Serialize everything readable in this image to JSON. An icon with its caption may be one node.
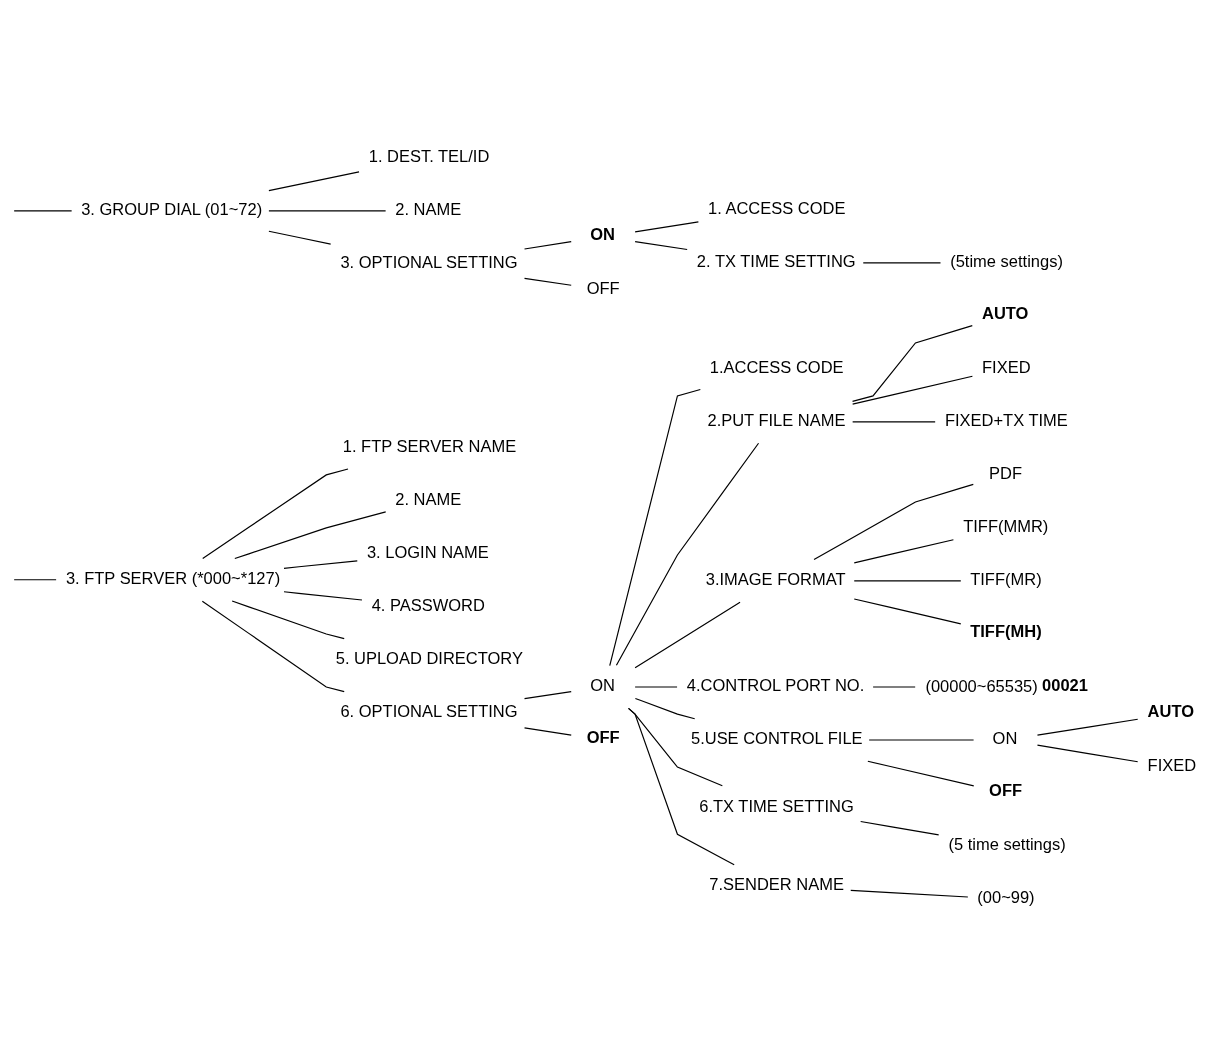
{
  "diagram": {
    "nodes": [
      {
        "text": [
          "3. FTP SERVER (*000~*127)"
        ]
      },
      {
        "text": [
          "1. FTP SERVER NAME"
        ]
      },
      {
        "text": [
          "2. NAME"
        ]
      },
      {
        "text": [
          "3. LOGIN NAME"
        ]
      },
      {
        "text": [
          "4. PASSWORD"
        ]
      },
      {
        "text": [
          "5. UPLOAD DIRECTORY"
        ]
      },
      {
        "text": [
          "6. OPTIONAL SETTING"
        ]
      },
      {
        "text": [
          "ON"
        ]
      },
      {
        "text": [
          "**OFF**"
        ]
      },
      {
        "text": [
          "1.ACCESS CODE"
        ]
      },
      {
        "text": [
          "2.PUT FILE NAME"
        ]
      },
      {
        "text": [
          "**AUTO**"
        ]
      },
      {
        "text": [
          "FIXED"
        ]
      },
      {
        "text": [
          "FIXED+TX TIME"
        ]
      },
      {
        "text": [
          "3.IMAGE FORMAT"
        ]
      },
      {
        "text": [
          "PDF"
        ]
      },
      {
        "text": [
          "TIFF(MMR)"
        ]
      },
      {
        "text": [
          "TIFF(MR)"
        ]
      },
      {
        "text": [
          "**TIFF(MH)**"
        ]
      },
      {
        "text": [
          "4.CONTROL PORT NO."
        ]
      },
      {
        "text": [
          "(00000~65535) **00021**"
        ]
      },
      {
        "text": [
          "5.USE CONTROL FILE"
        ]
      },
      {
        "text": [
          "ON"
        ]
      },
      {
        "text": [
          "**OFF**"
        ]
      },
      {
        "text": [
          "**AUTO**"
        ]
      },
      {
        "text": [
          "FIXED"
        ]
      },
      {
        "text": [
          "6.TX TIME SETTING"
        ]
      },
      {
        "text": [
          "(5 time settings)"
        ]
      },
      {
        "text": [
          "7.SENDER NAME"
        ]
      },
      {
        "text": [
          "(00~99)"
        ]
      },
      {
        "text": [
          "3. GROUP DIAL (01~72)"
        ]
      },
      {
        "text": [
          "1. DEST. TEL/ID"
        ]
      },
      {
        "text": [
          "2. NAME"
        ]
      },
      {
        "text": [
          "3. OPTIONAL SETTING"
        ]
      },
      {
        "text": [
          "**ON**"
        ]
      },
      {
        "text": [
          "OFF"
        ]
      },
      {
        "text": [
          "1. ACCESS CODE"
        ]
      },
      {
        "text": [
          "2. TX TIME SETTING"
        ]
      },
      {
        "text": [
          "(5time settings)"
        ]
      }
    ],
    "edges": [
      {
        "from": null,
        "to": 0,
        "arrow": "none"
      },
      {
        "from": 0,
        "to": 1,
        "arrow": "none"
      },
      {
        "from": 0,
        "to": 2,
        "arrow": "none"
      },
      {
        "from": 0,
        "to": 3,
        "arrow": "none"
      },
      {
        "from": 0,
        "to": 4,
        "arrow": "none"
      },
      {
        "from": 0,
        "to": 5,
        "arrow": "none"
      },
      {
        "from": 0,
        "to": 6,
        "arrow": "none"
      },
      {
        "from": 6,
        "to": 7,
        "arrow": "none"
      },
      {
        "from": 6,
        "to": 8,
        "arrow": "none"
      },
      {
        "from": 7,
        "to": 9,
        "arrow": "none"
      },
      {
        "from": 7,
        "to": 10,
        "arrow": "none"
      },
      {
        "from": 7,
        "to": 14,
        "arrow": "none"
      },
      {
        "from": 7,
        "to": 19,
        "arrow": "none"
      },
      {
        "from": 7,
        "to": 21,
        "arrow": "none"
      },
      {
        "from": 7,
        "to": 26,
        "arrow": "none"
      },
      {
        "from": 7,
        "to": 28,
        "arrow": "none"
      },
      {
        "from": 10,
        "to": 11,
        "arrow": "none"
      },
      {
        "from": 10,
        "to": 12,
        "arrow": "none"
      },
      {
        "from": 10,
        "to": 13,
        "arrow": "none"
      },
      {
        "from": 14,
        "to": 15,
        "arrow": "none"
      },
      {
        "from": 14,
        "to": 16,
        "arrow": "none"
      },
      {
        "from": 14,
        "to": 17,
        "arrow": "none"
      },
      {
        "from": 14,
        "to": 18,
        "arrow": "none"
      },
      {
        "from": 19,
        "to": 20,
        "arrow": "none"
      },
      {
        "from": 21,
        "to": 22,
        "arrow": "none"
      },
      {
        "from": 21,
        "to": 23,
        "arrow": "none"
      },
      {
        "from": 22,
        "to": 24,
        "arrow": "none"
      },
      {
        "from": 22,
        "to": 25,
        "arrow": "none"
      },
      {
        "from": 26,
        "to": 27,
        "arrow": "none"
      },
      {
        "from": 28,
        "to": 29,
        "arrow": "none"
      },
      {
        "from": null,
        "to": 30,
        "arrow": "none"
      },
      {
        "from": 30,
        "to": 31,
        "arrow": "none"
      },
      {
        "from": 30,
        "to": 32,
        "arrow": "none"
      },
      {
        "from": 30,
        "to": 33,
        "arrow": "none"
      },
      {
        "from": 33,
        "to": 34,
        "arrow": "none"
      },
      {
        "from": 33,
        "to": 35,
        "arrow": "none"
      },
      {
        "from": 34,
        "to": 36,
        "arrow": "none"
      },
      {
        "from": 34,
        "to": 37,
        "arrow": "none"
      },
      {
        "from": 37,
        "to": 38,
        "arrow": "none"
      }
    ]
  }
}
